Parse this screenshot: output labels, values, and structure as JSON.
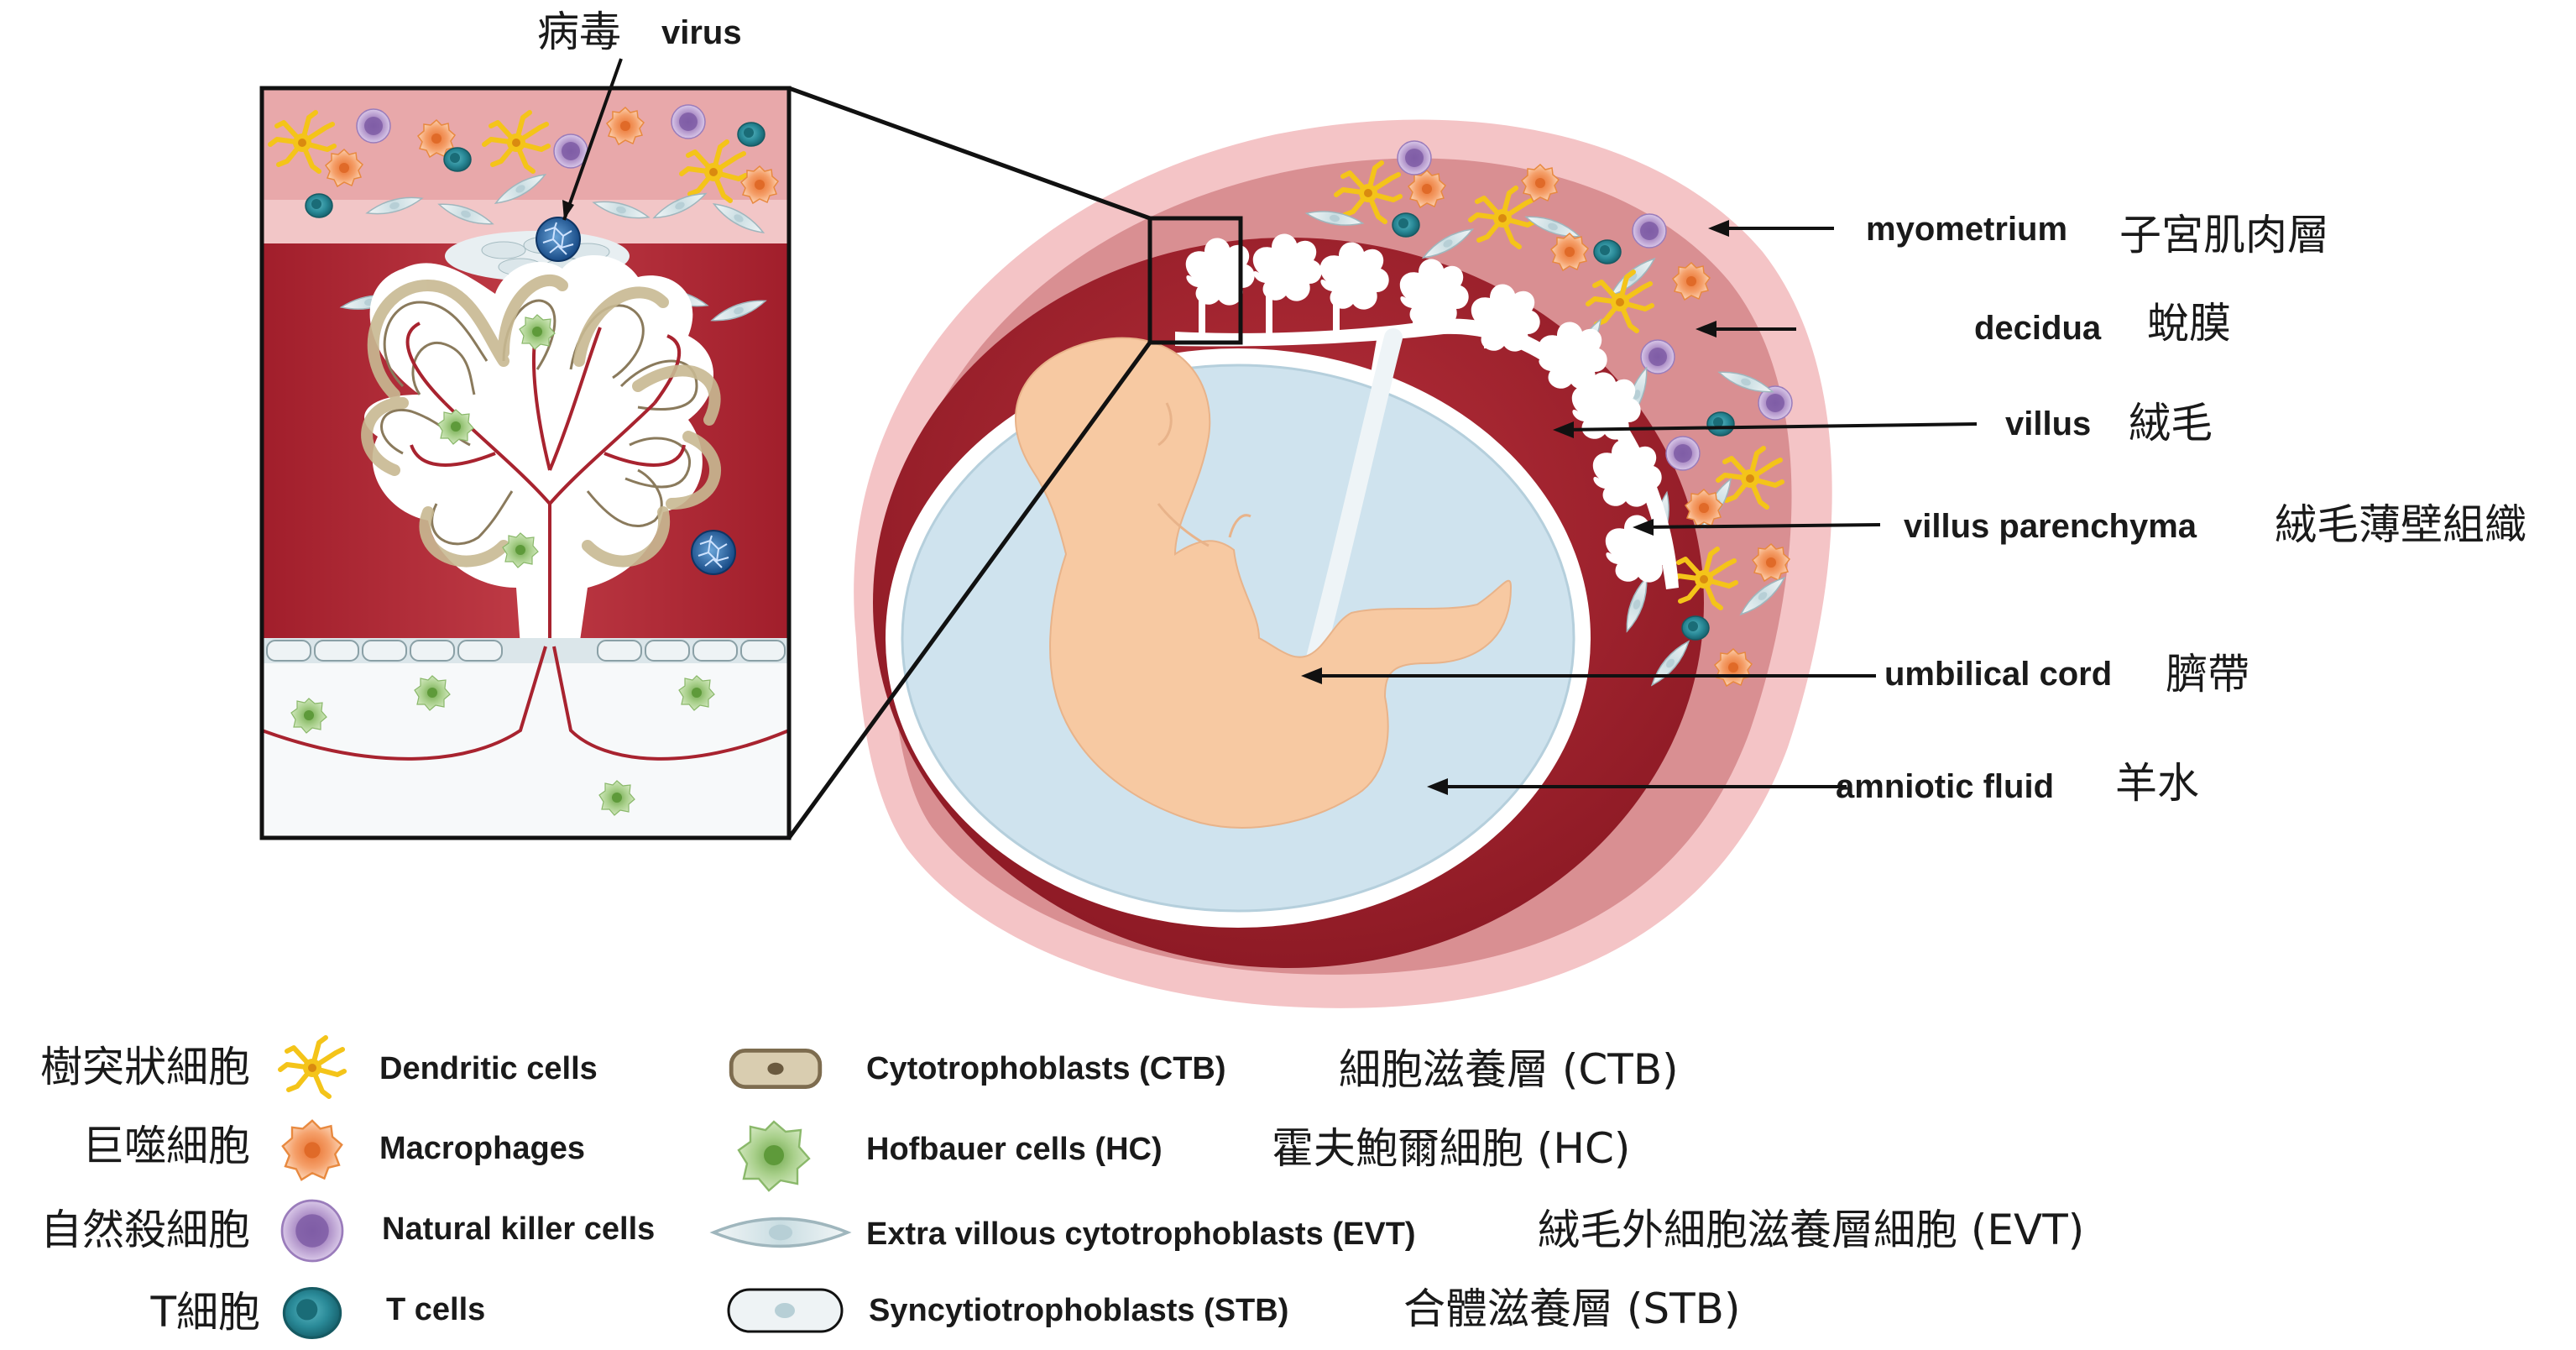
{
  "virus_label": {
    "zh": "病毒",
    "en": "virus"
  },
  "labels": [
    {
      "en": "myometrium",
      "zh": "子宮肌肉層"
    },
    {
      "en": "decidua",
      "zh": "蛻膜"
    },
    {
      "en": "villus",
      "zh": "絨毛"
    },
    {
      "en": "villus parenchyma",
      "zh": "絨毛薄壁組織"
    },
    {
      "en": "umbilical cord",
      "zh": "臍帶"
    },
    {
      "en": "amniotic fluid",
      "zh": "羊水"
    }
  ],
  "legend_left": [
    {
      "zh": "樹突狀細胞",
      "en": "Dendritic  cells",
      "icon": "dendritic-cell-icon"
    },
    {
      "zh": "巨噬細胞",
      "en": "Macrophages",
      "icon": "macrophage-icon"
    },
    {
      "zh": "自然殺細胞",
      "en": "Natural  killer  cells",
      "icon": "nk-cell-icon"
    },
    {
      "zh": "T細胞",
      "en": "T cells",
      "icon": "t-cell-icon"
    }
  ],
  "legend_right": [
    {
      "en": "Cytotrophoblasts  (CTB)",
      "zh": "細胞滋養層 (CTB)",
      "icon": "ctb-icon"
    },
    {
      "en": "Hofbauer  cells  (HC)",
      "zh": "霍夫鮑爾細胞 (HC)",
      "icon": "hofbauer-cell-icon"
    },
    {
      "en": "Extra  villous  cytotrophoblasts  (EVT)",
      "zh": "絨毛外細胞滋養層細胞 (EVT)",
      "icon": "evt-icon"
    },
    {
      "en": "Syncytiotrophoblasts  (STB)",
      "zh": "合體滋養層 (STB)",
      "icon": "stb-icon"
    }
  ],
  "colors": {
    "myometrium": "#f4c4c6",
    "decidua": "#d98f92",
    "dark_red": "#a8232f",
    "amniotic": "#cfe3ee",
    "fetus": "#f7c9a2",
    "macrophage": "#f5a06a",
    "nk": "#a98ac4",
    "tcell": "#2a8a98",
    "dendritic": "#f4c419",
    "hofbauer": "#a8cf8a",
    "ctb": "#d9cdb0"
  }
}
